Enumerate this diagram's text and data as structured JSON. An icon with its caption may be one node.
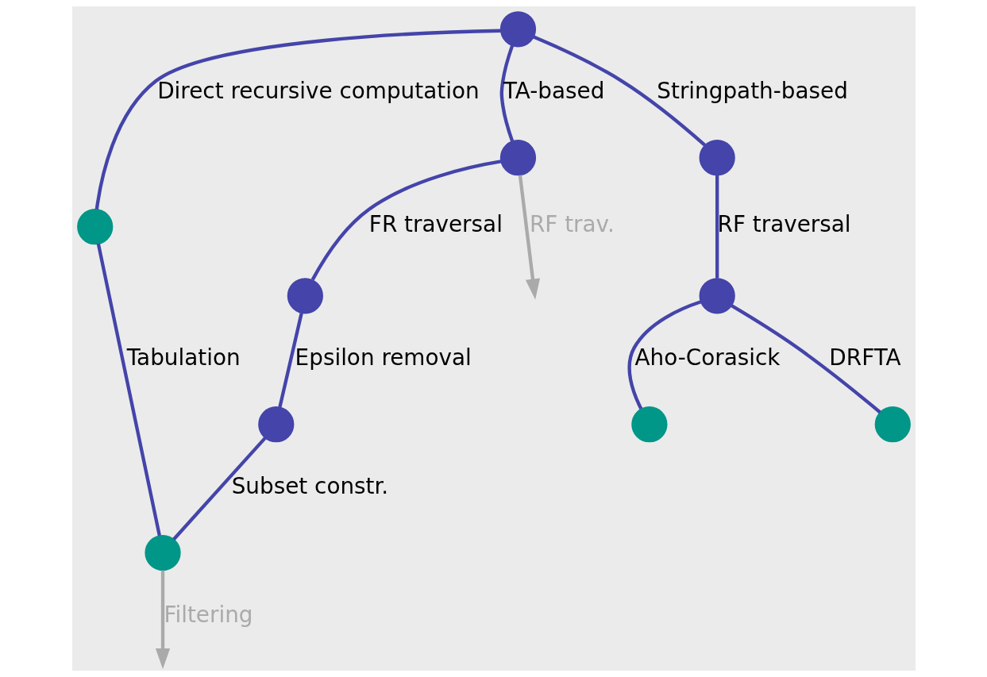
{
  "diagram": {
    "nodes": [
      {
        "text": [],
        "shape": "circle"
      },
      {
        "text": [],
        "shape": "circle"
      },
      {
        "text": [],
        "shape": "circle"
      },
      {
        "text": [],
        "shape": "circle"
      },
      {
        "text": [],
        "shape": "circle"
      },
      {
        "text": [],
        "shape": "circle"
      },
      {
        "text": [],
        "shape": "circle"
      },
      {
        "text": [],
        "shape": "circle"
      },
      {
        "text": [],
        "shape": "circle"
      },
      {
        "text": [],
        "shape": "circle"
      }
    ],
    "edges": [
      {
        "from": 0,
        "to": 1,
        "arrow": "none",
        "label": "Direct recursive computation"
      },
      {
        "from": 0,
        "to": 2,
        "arrow": "none",
        "label": "TA-based"
      },
      {
        "from": 0,
        "to": 3,
        "arrow": "none",
        "label": "Stringpath-based"
      },
      {
        "from": 2,
        "to": 4,
        "arrow": "none",
        "label": "FR traversal"
      },
      {
        "from": 2,
        "to": null,
        "arrow": "to",
        "label": "RF trav.",
        "color": "#aaaaaa"
      },
      {
        "from": 3,
        "to": 7,
        "arrow": "none",
        "label": "RF traversal"
      },
      {
        "from": 4,
        "to": 5,
        "arrow": "none",
        "label": "Epsilon removal"
      },
      {
        "from": 1,
        "to": 6,
        "arrow": "none",
        "label": "Tabulation"
      },
      {
        "from": 5,
        "to": 6,
        "arrow": "none",
        "label": "Subset constr."
      },
      {
        "from": 7,
        "to": 8,
        "arrow": "none",
        "label": "Aho-Corasick"
      },
      {
        "from": 7,
        "to": 9,
        "arrow": "none",
        "label": "DRFTA"
      },
      {
        "from": 6,
        "to": null,
        "arrow": "to",
        "label": "Filtering",
        "color": "#aaaaaa"
      }
    ]
  }
}
